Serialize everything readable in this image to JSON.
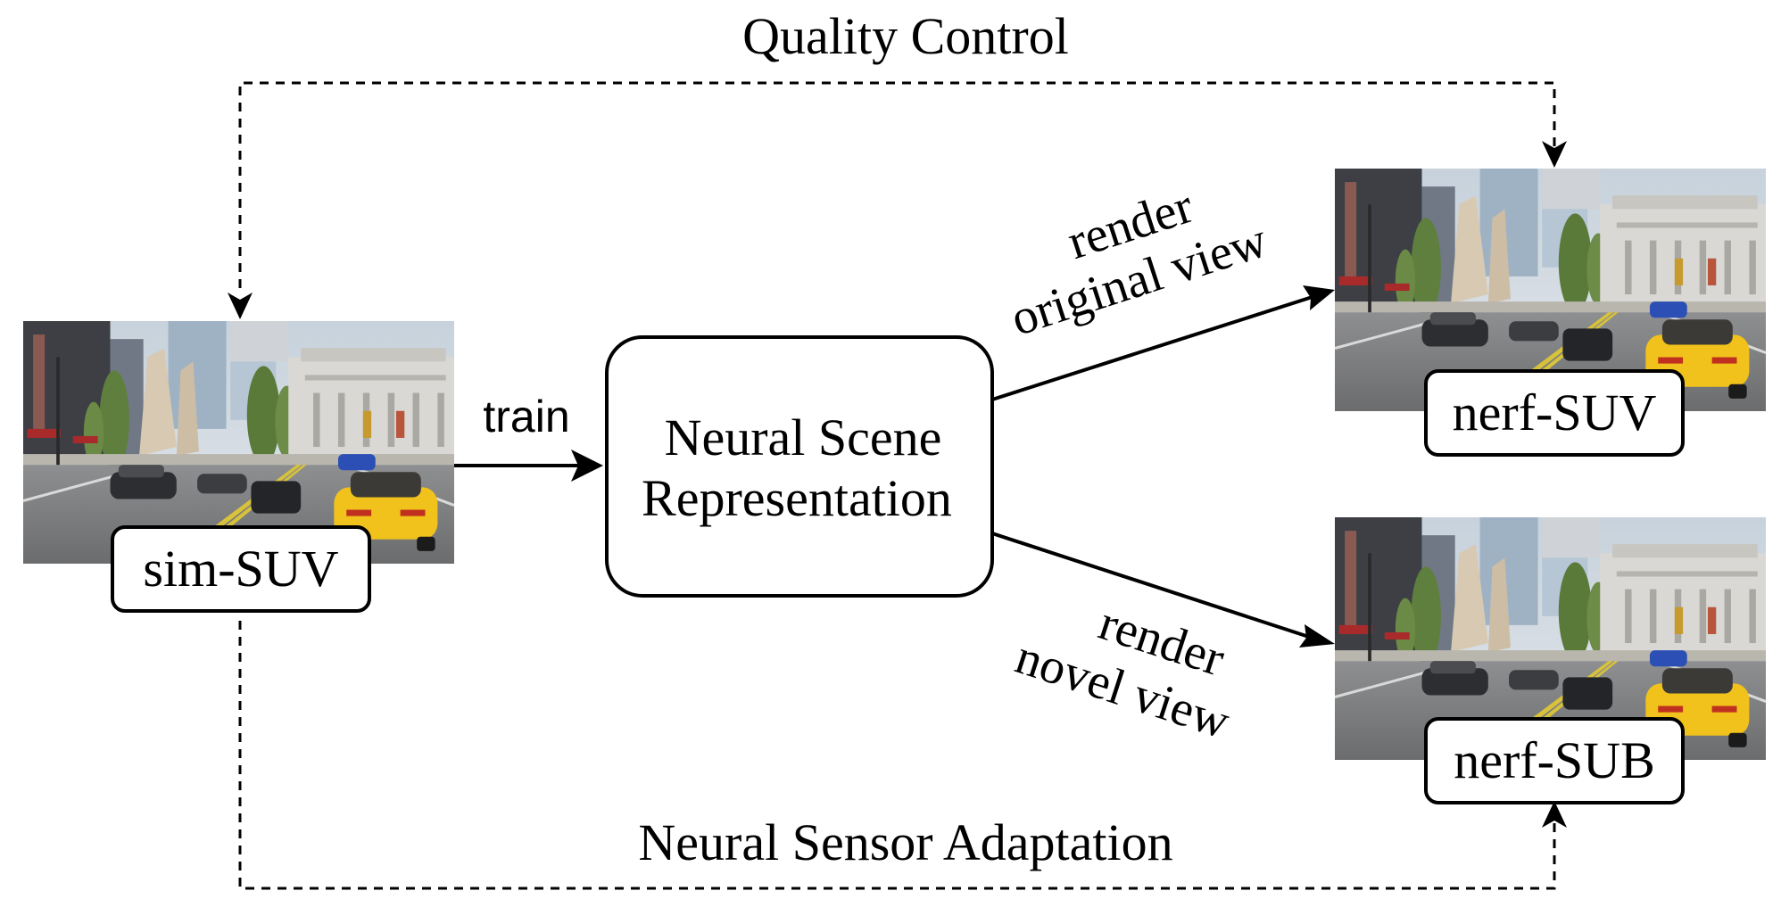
{
  "labels": {
    "quality_control": "Quality Control",
    "neural_sensor_adaptation": "Neural Sensor Adaptation",
    "train": "train",
    "scene_line1": "Neural Scene",
    "scene_line2": "Representation",
    "render_orig_line1": "render",
    "render_orig_line2": "original view",
    "render_novel_line1": "render",
    "render_novel_line2": "novel view"
  },
  "images": {
    "sim_suv": {
      "caption": "sim-SUV"
    },
    "nerf_suv": {
      "caption": "nerf-SUV"
    },
    "nerf_sub": {
      "caption": "nerf-SUB"
    }
  }
}
